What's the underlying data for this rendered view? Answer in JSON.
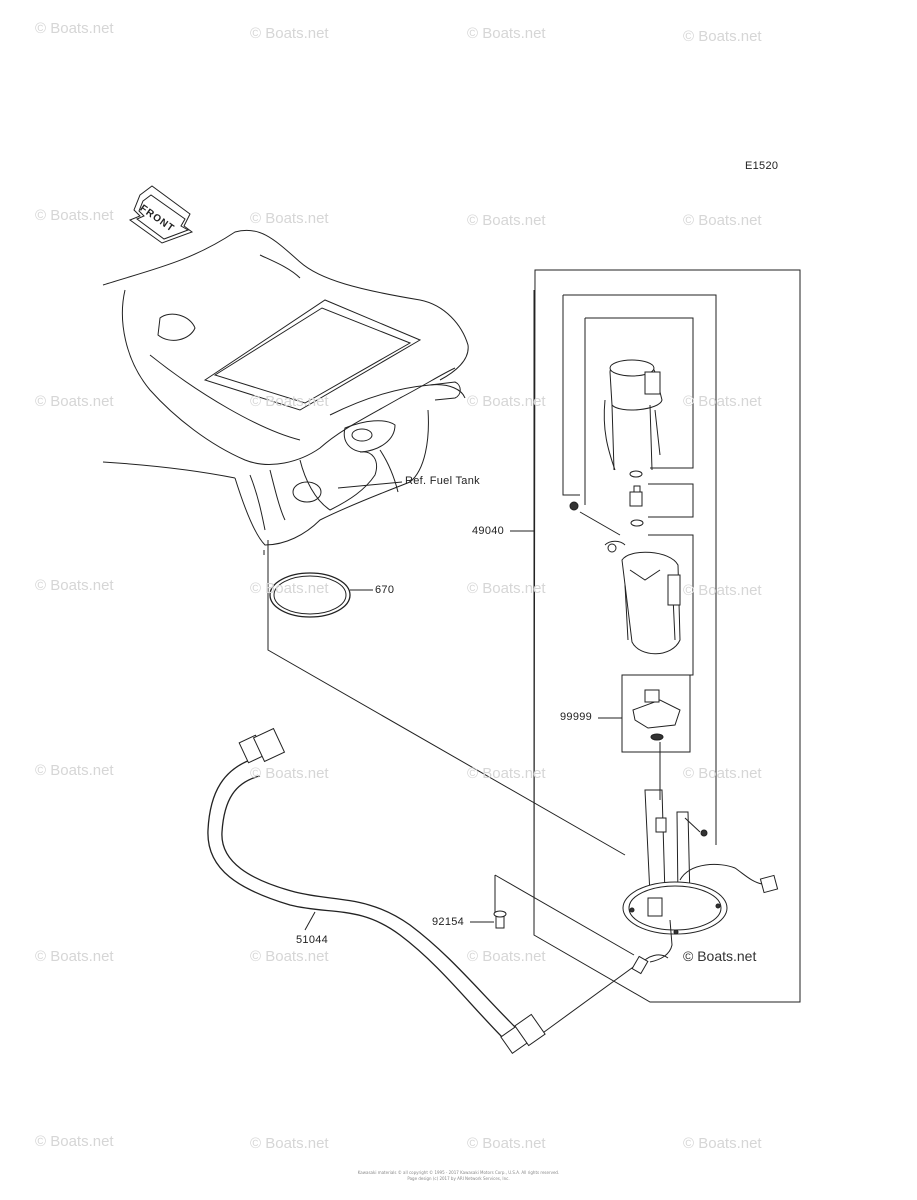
{
  "diagram_code": "E1520",
  "front_label": "FRONT",
  "ref_label": "Ref. Fuel Tank",
  "callouts": {
    "c670": "670",
    "c49040": "49040",
    "c99999": "99999",
    "c92154": "92154",
    "c51044": "51044"
  },
  "brand_mark": "© Boats.net",
  "watermark_text": "© Boats.net",
  "footer_line1": "Kawasaki materials ©  all copyright © 1995 - 2017 Kawasaki Motors Corp., U.S.A. All rights reserved.",
  "footer_line2": "Page design (c) 2017 by ARI Network Services, Inc."
}
